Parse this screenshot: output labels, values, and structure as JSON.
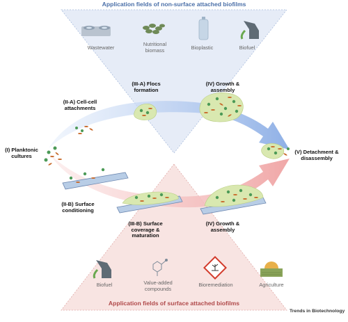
{
  "title_top": "Application fields of non-surface attached biofilms",
  "title_bottom": "Application fields of surface attached biofilms",
  "top_applications": [
    {
      "label": "Wastewater",
      "icon": "wastewater-tank-icon"
    },
    {
      "label": "Nutritional\nbiomass",
      "icon": "biomass-pellets-icon"
    },
    {
      "label": "Bioplastic",
      "icon": "bottle-icon"
    },
    {
      "label": "Biofuel",
      "icon": "fuel-nozzle-icon"
    }
  ],
  "bottom_applications": [
    {
      "label": "Biofuel",
      "icon": "fuel-nozzle-icon"
    },
    {
      "label": "Value-added\ncompounds",
      "icon": "molecule-icon"
    },
    {
      "label": "Bioremediation",
      "icon": "hazard-sign-icon"
    },
    {
      "label": "Agriculture",
      "icon": "sunrise-field-icon"
    }
  ],
  "stages": {
    "planktonic": "(I) Planktonic\ncultures",
    "cell_cell": "(II-A) Cell-cell\nattachments",
    "flocs": "(III-A) Flocs\nformation",
    "growth_top": "(IV) Growth &\nassembly",
    "detachment": "(V) Detachment &\ndisassembly",
    "surface_cond": "(II-B) Surface\nconditioning",
    "surface_cov": "(III-B) Surface\ncoverage &\nmaturation",
    "growth_bottom": "(IV) Growth &\nassembly"
  },
  "credit": "Trends in Biotechnology",
  "colors": {
    "blue_accent": "#4a6fa8",
    "red_accent": "#b0494a",
    "top_panel": "#e6ecf7",
    "bottom_panel": "#f8e4e2",
    "arrow_blue": "#8fb0e6",
    "arrow_red": "#f0a7a7",
    "biofilm": "#d9e8b0",
    "cell_green": "#4c9a57",
    "cell_orange": "#c86a2c"
  }
}
